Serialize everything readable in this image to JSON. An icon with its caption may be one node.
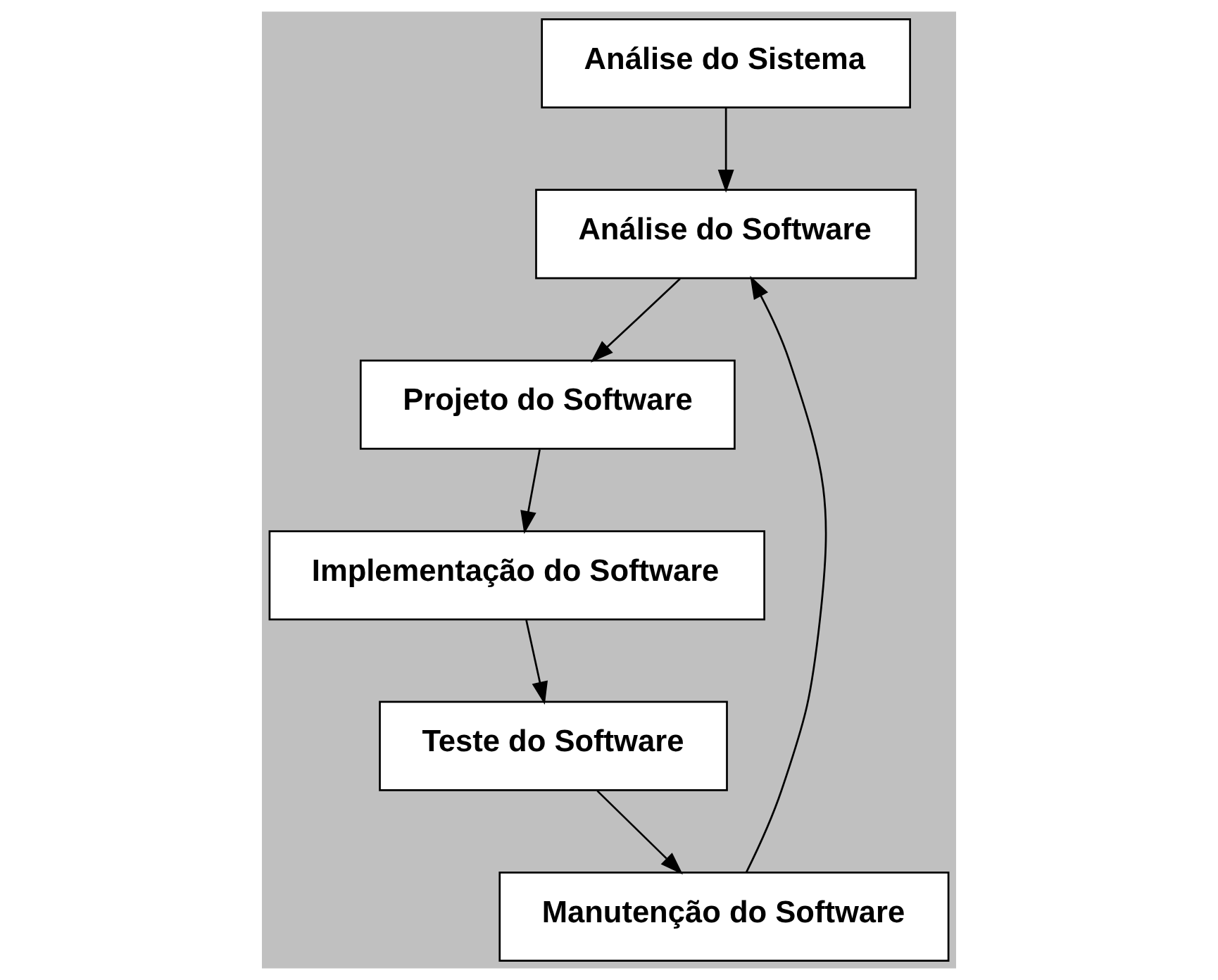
{
  "diagram": {
    "nodes": [
      {
        "text": [
          "Análise do Sistema"
        ]
      },
      {
        "text": [
          "Análise do Software"
        ]
      },
      {
        "text": [
          "Projeto do Software"
        ]
      },
      {
        "text": [
          "Implementação do Software"
        ]
      },
      {
        "text": [
          "Teste do Software"
        ]
      },
      {
        "text": [
          "Manutenção do Software"
        ]
      }
    ],
    "edges": [
      {
        "from": 0,
        "to": 1,
        "arrow": "to"
      },
      {
        "from": 1,
        "to": 2,
        "arrow": "to"
      },
      {
        "from": 2,
        "to": 3,
        "arrow": "to"
      },
      {
        "from": 3,
        "to": 4,
        "arrow": "to"
      },
      {
        "from": 4,
        "to": 5,
        "arrow": "to"
      },
      {
        "from": 5,
        "to": 1,
        "arrow": "to"
      }
    ]
  }
}
